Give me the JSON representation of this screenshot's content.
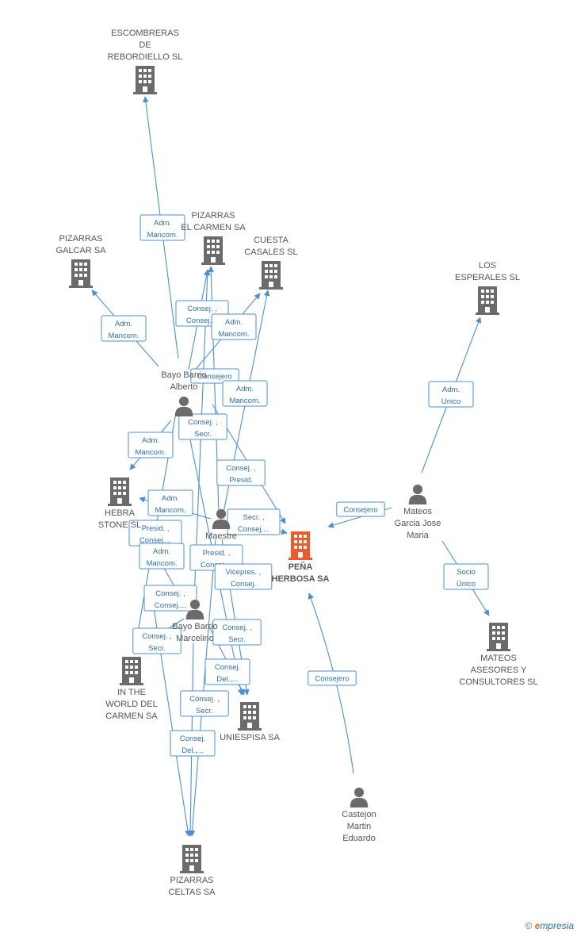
{
  "nodes": [
    {
      "id": "escombreras",
      "type": "company",
      "lines": [
        "ESCOMBRERAS",
        "DE",
        "REBORDIELLO SL"
      ]
    },
    {
      "id": "pizarras_carmen",
      "type": "company",
      "lines": [
        "PIZARRAS",
        "EL CARMEN SA"
      ]
    },
    {
      "id": "pizarras_galcar",
      "type": "company",
      "lines": [
        "PIZARRAS",
        "GALCAR SA"
      ]
    },
    {
      "id": "cuesta_casales",
      "type": "company",
      "lines": [
        "CUESTA",
        "CASALES SL"
      ]
    },
    {
      "id": "los_esperales",
      "type": "company",
      "lines": [
        "LOS",
        "ESPERALES SL"
      ]
    },
    {
      "id": "bayo_alberto",
      "type": "person",
      "lines": [
        "Bayo Barrio",
        "Alberto"
      ]
    },
    {
      "id": "hebra_stone",
      "type": "company",
      "lines": [
        "HEBRA",
        "STONE  SL"
      ]
    },
    {
      "id": "maestre",
      "type": "person",
      "lines": [
        "Maestre"
      ]
    },
    {
      "id": "pena_herbosa",
      "type": "main",
      "lines": [
        "PEÑA",
        "HERBOSA SA"
      ]
    },
    {
      "id": "mateos_person",
      "type": "person",
      "lines": [
        "Mateos",
        "Garcia Jose",
        "Maria"
      ]
    },
    {
      "id": "bayo_marcelino",
      "type": "person",
      "lines": [
        "Bayo Barrio",
        "Marcelino"
      ]
    },
    {
      "id": "in_the_world",
      "type": "company",
      "lines": [
        "IN THE",
        "WORLD DEL",
        "CARMEN SA"
      ]
    },
    {
      "id": "mateos_asesores",
      "type": "company",
      "lines": [
        "MATEOS",
        "ASESORES Y",
        "CONSULTORES SL"
      ]
    },
    {
      "id": "uniespisa",
      "type": "company",
      "lines": [
        "UNIESPISA SA"
      ]
    },
    {
      "id": "castejon",
      "type": "person",
      "lines": [
        "Castejon",
        "Martin",
        "Eduardo"
      ]
    },
    {
      "id": "pizarras_celtas",
      "type": "company",
      "lines": [
        "PIZARRAS",
        "CELTAS SA"
      ]
    }
  ],
  "edge_labels": [
    {
      "lines": [
        "Adm.",
        "Mancom."
      ]
    },
    {
      "lines": [
        "Adm.",
        "Mancom."
      ]
    },
    {
      "lines": [
        "Consej. ,",
        "Consej...."
      ]
    },
    {
      "lines": [
        "Adm.",
        "Mancom."
      ]
    },
    {
      "lines": [
        "Consejero"
      ]
    },
    {
      "lines": [
        "Adm.",
        "Mancom."
      ]
    },
    {
      "lines": [
        "Consej. ,",
        "Secr."
      ]
    },
    {
      "lines": [
        "Adm.",
        "Mancom."
      ]
    },
    {
      "lines": [
        "Consej. ,",
        "Presid."
      ]
    },
    {
      "lines": [
        "Adm.",
        "Mancom."
      ]
    },
    {
      "lines": [
        "Secr. ,",
        "Consej...."
      ]
    },
    {
      "lines": [
        "Presid. ,",
        "Consej...."
      ]
    },
    {
      "lines": [
        "Adm.",
        "Mancom."
      ]
    },
    {
      "lines": [
        "Presid. ,",
        "Consej...."
      ]
    },
    {
      "lines": [
        "Vicepres. ,",
        "Consej."
      ]
    },
    {
      "lines": [
        "Consej. ,",
        "Consej...."
      ]
    },
    {
      "lines": [
        "Consej. ,",
        "Secr."
      ]
    },
    {
      "lines": [
        "Consej. ,",
        "Secr."
      ]
    },
    {
      "lines": [
        "Consej.",
        "Del.,..."
      ]
    },
    {
      "lines": [
        "Consej. ,",
        "Secr."
      ]
    },
    {
      "lines": [
        "Consej.",
        "Del.,..."
      ]
    },
    {
      "lines": [
        "Consejero"
      ]
    },
    {
      "lines": [
        "Adm.",
        "Unico"
      ]
    },
    {
      "lines": [
        "Socio",
        "Único"
      ]
    },
    {
      "lines": [
        "Consejero"
      ]
    }
  ],
  "brand": {
    "symbol": "©",
    "first": "e",
    "rest": "mpresia"
  },
  "colors": {
    "edge": "#4a90d9",
    "company": "#6b6b6b",
    "person": "#6b6b6b",
    "main": "#f05a28",
    "label": "#555555"
  }
}
